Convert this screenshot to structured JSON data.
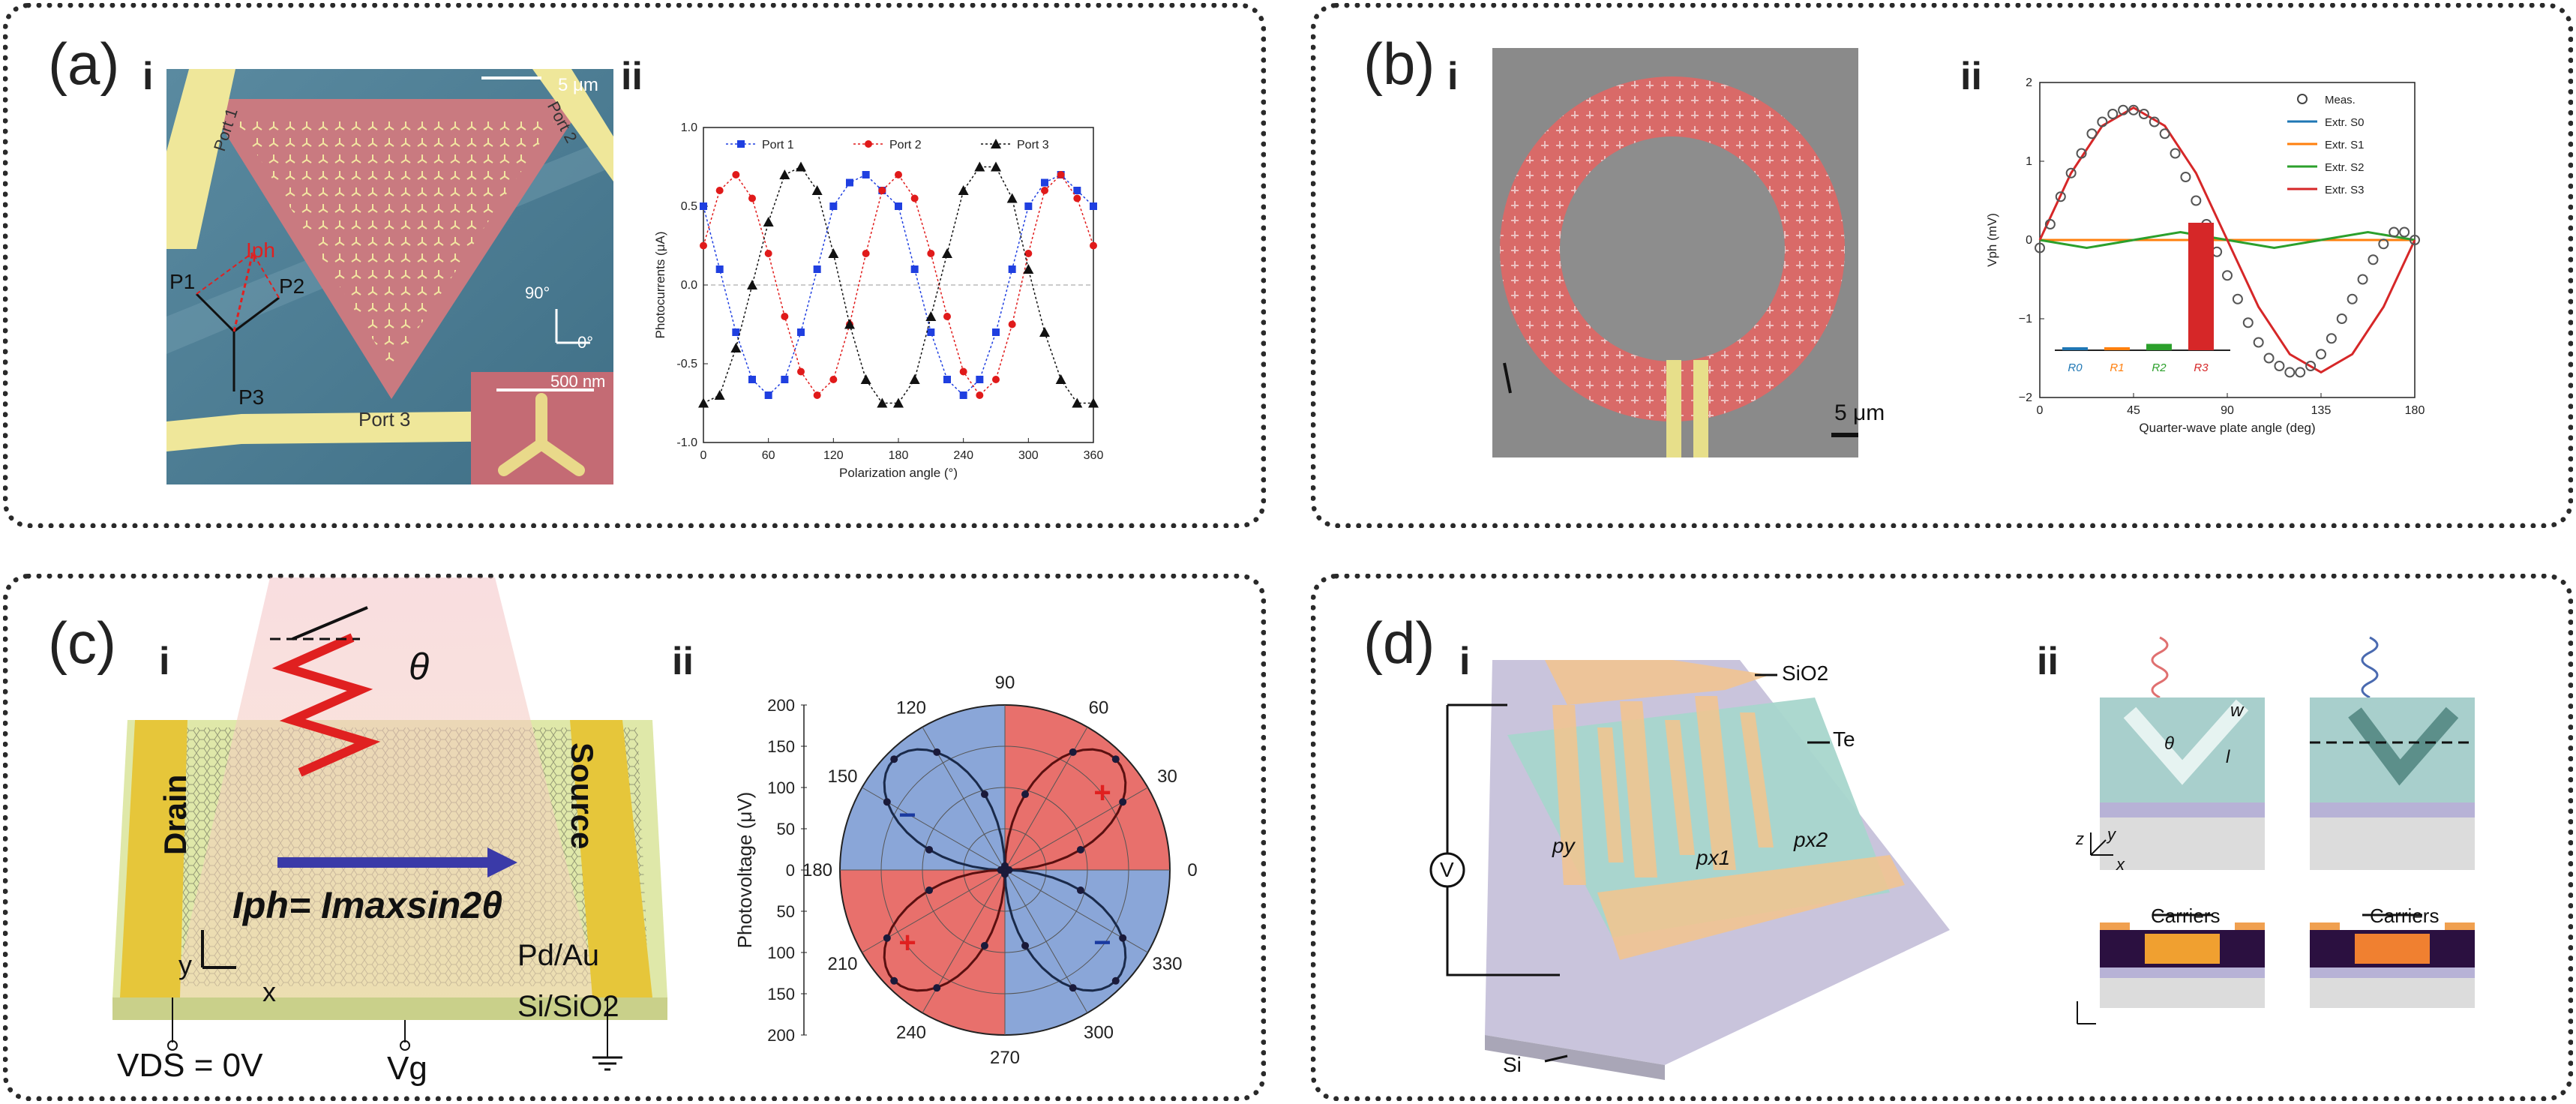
{
  "panels": {
    "a": {
      "label": "(a)",
      "sub_i": "i",
      "sub_ii": "ii",
      "micrograph": {
        "scale_main": "5 μm",
        "scale_inset": "500 nm",
        "ports": [
          "Port 1",
          "Port 2",
          "Port 3"
        ],
        "vectors": [
          "P1",
          "P2",
          "P3"
        ],
        "iph": "Iph",
        "axis_90": "90°",
        "axis_0": "0°"
      },
      "chart": {
        "ylabel": "Photocurrents (μA)",
        "xlabel": "Polarization angle (°)",
        "legend": [
          "Port 1",
          "Port 2",
          "Port 3"
        ]
      }
    },
    "b": {
      "label": "(b)",
      "sub_i": "i",
      "sub_ii": "ii",
      "micrograph": {
        "scale": "5 μm"
      },
      "chart": {
        "ylabel": "Vph (mV)",
        "xlabel": "Quarter-wave plate angle (deg)",
        "legend": [
          "Meas.",
          "Extr. S0",
          "Extr. S1",
          "Extr. S2",
          "Extr. S3"
        ],
        "bar_labels": [
          "R0",
          "R1",
          "R2",
          "R3"
        ]
      }
    },
    "c": {
      "label": "(c)",
      "sub_i": "i",
      "sub_ii": "ii",
      "device": {
        "theta": "θ",
        "drain": "Drain",
        "source": "Source",
        "equation": "Iph= Imaxsin2θ",
        "contact": "Pd/Au",
        "substrate": "Si/SiO2",
        "vds": "VDS = 0V",
        "vg": "Vg",
        "axis_y": "y",
        "axis_x": "x"
      },
      "chart": {
        "ylabel": "Photovoltage (μV)",
        "angles": [
          "0",
          "30",
          "60",
          "90",
          "120",
          "150",
          "180",
          "210",
          "240",
          "270",
          "300",
          "330"
        ],
        "radial_ticks": [
          "200",
          "150",
          "100",
          "50",
          "0",
          "50",
          "100",
          "150",
          "200"
        ],
        "plus": "+",
        "minus": "−"
      }
    },
    "d": {
      "label": "(d)",
      "sub_i": "i",
      "sub_ii": "ii",
      "device": {
        "sio2": "SiO2",
        "te": "Te",
        "si": "Si",
        "v": "V",
        "py": "py",
        "px1": "px1",
        "px2": "px2"
      },
      "schematic": {
        "carriers": [
          "Carriers",
          "Carriers"
        ],
        "theta": "θ",
        "w": "w",
        "l": "l",
        "axis_z": "z",
        "axis_x": "x",
        "axis_y": "y"
      }
    }
  },
  "chart_data": [
    {
      "type": "line",
      "panel": "a-ii",
      "xlabel": "Polarization angle (°)",
      "ylabel": "Photocurrents (μA)",
      "xlim": [
        0,
        360
      ],
      "ylim": [
        -1.0,
        1.0
      ],
      "xticks": [
        0,
        60,
        120,
        180,
        240,
        300,
        360
      ],
      "yticks": [
        -1.0,
        -0.5,
        0.0,
        0.5,
        1.0
      ],
      "legend_position": "top",
      "series": [
        {
          "name": "Port 1",
          "color": "#1f3fe0",
          "marker": "square",
          "x": [
            0,
            15,
            30,
            45,
            60,
            75,
            90,
            105,
            120,
            135,
            150,
            165,
            180,
            195,
            210,
            225,
            240,
            255,
            270,
            285,
            300,
            315,
            330,
            345,
            360
          ],
          "y": [
            0.5,
            0.1,
            -0.3,
            -0.6,
            -0.7,
            -0.6,
            -0.3,
            0.1,
            0.5,
            0.65,
            0.7,
            0.6,
            0.5,
            0.1,
            -0.3,
            -0.6,
            -0.7,
            -0.6,
            -0.3,
            0.1,
            0.5,
            0.65,
            0.7,
            0.6,
            0.5
          ]
        },
        {
          "name": "Port 2",
          "color": "#e01a1a",
          "marker": "circle",
          "x": [
            0,
            15,
            30,
            45,
            60,
            75,
            90,
            105,
            120,
            135,
            150,
            165,
            180,
            195,
            210,
            225,
            240,
            255,
            270,
            285,
            300,
            315,
            330,
            345,
            360
          ],
          "y": [
            0.25,
            0.6,
            0.7,
            0.55,
            0.2,
            -0.2,
            -0.55,
            -0.7,
            -0.6,
            -0.25,
            0.2,
            0.6,
            0.7,
            0.55,
            0.2,
            -0.2,
            -0.55,
            -0.7,
            -0.6,
            -0.25,
            0.2,
            0.6,
            0.7,
            0.55,
            0.25
          ]
        },
        {
          "name": "Port 3",
          "color": "#111111",
          "marker": "triangle",
          "x": [
            0,
            15,
            30,
            45,
            60,
            75,
            90,
            105,
            120,
            135,
            150,
            165,
            180,
            195,
            210,
            225,
            240,
            255,
            270,
            285,
            300,
            315,
            330,
            345,
            360
          ],
          "y": [
            -0.75,
            -0.7,
            -0.4,
            0.0,
            0.4,
            0.7,
            0.75,
            0.6,
            0.2,
            -0.25,
            -0.6,
            -0.75,
            -0.75,
            -0.6,
            -0.2,
            0.2,
            0.6,
            0.75,
            0.75,
            0.55,
            0.1,
            -0.3,
            -0.6,
            -0.75,
            -0.75
          ]
        }
      ]
    },
    {
      "type": "line",
      "panel": "b-ii",
      "xlabel": "Quarter-wave plate angle (deg)",
      "ylabel": "Vph (mV)",
      "xlim": [
        0,
        180
      ],
      "ylim": [
        -2,
        2
      ],
      "xticks": [
        0,
        45,
        90,
        135,
        180
      ],
      "yticks": [
        -2,
        -1,
        0,
        1,
        2
      ],
      "legend_position": "top-right",
      "series": [
        {
          "name": "Meas.",
          "color": "#333333",
          "marker": "open-circle",
          "x": [
            0,
            5,
            10,
            15,
            20,
            25,
            30,
            35,
            40,
            45,
            50,
            55,
            60,
            65,
            70,
            75,
            80,
            85,
            90,
            95,
            100,
            105,
            110,
            115,
            120,
            125,
            130,
            135,
            140,
            145,
            150,
            155,
            160,
            165,
            170,
            175,
            180
          ],
          "y": [
            -0.1,
            0.2,
            0.55,
            0.85,
            1.1,
            1.35,
            1.5,
            1.6,
            1.65,
            1.65,
            1.6,
            1.5,
            1.35,
            1.1,
            0.8,
            0.5,
            0.2,
            -0.15,
            -0.45,
            -0.75,
            -1.05,
            -1.3,
            -1.5,
            -1.6,
            -1.68,
            -1.68,
            -1.6,
            -1.45,
            -1.25,
            -1.0,
            -0.75,
            -0.5,
            -0.25,
            -0.05,
            0.1,
            0.1,
            0.0
          ]
        },
        {
          "name": "Extr. S0",
          "color": "#1f77b4",
          "x": [
            0,
            180
          ],
          "y": [
            0.0,
            0.0
          ]
        },
        {
          "name": "Extr. S1",
          "color": "#ff7f0e",
          "x": [
            0,
            180
          ],
          "y": [
            0.0,
            0.0
          ]
        },
        {
          "name": "Extr. S2",
          "color": "#2ca02c",
          "x": [
            0,
            22.5,
            45,
            67.5,
            90,
            112.5,
            135,
            157.5,
            180
          ],
          "y": [
            0.0,
            -0.1,
            0.0,
            0.1,
            0.0,
            -0.1,
            0.0,
            0.1,
            0.0
          ]
        },
        {
          "name": "Extr. S3",
          "color": "#d62728",
          "x": [
            0,
            15,
            30,
            45,
            60,
            75,
            90,
            105,
            120,
            135,
            150,
            165,
            180
          ],
          "y": [
            0.0,
            0.85,
            1.45,
            1.68,
            1.45,
            0.85,
            0.0,
            -0.85,
            -1.45,
            -1.68,
            -1.45,
            -0.85,
            0.0
          ]
        }
      ],
      "inset_bars": {
        "categories": [
          "R0",
          "R1",
          "R2",
          "R3"
        ],
        "values": [
          0.0,
          0.0,
          0.05,
          1.0
        ],
        "colors": [
          "#1f77b4",
          "#ff7f0e",
          "#2ca02c",
          "#d62728"
        ]
      }
    },
    {
      "type": "scatter",
      "panel": "c-ii",
      "polar": true,
      "ylabel": "Photovoltage (μV)",
      "radial_range": [
        0,
        200
      ],
      "angle_ticks": [
        0,
        30,
        60,
        90,
        120,
        150,
        180,
        210,
        240,
        270,
        300,
        330
      ],
      "quadrants": [
        {
          "range": [
            0,
            90
          ],
          "sign": "+",
          "color": "#e8706c"
        },
        {
          "range": [
            90,
            180
          ],
          "sign": "−",
          "color": "#8aa6d8"
        },
        {
          "range": [
            180,
            270
          ],
          "sign": "+",
          "color": "#e8706c"
        },
        {
          "range": [
            270,
            360
          ],
          "sign": "−",
          "color": "#8aa6d8"
        }
      ],
      "series": [
        {
          "name": "",
          "color": "#1a1a3a",
          "theta": [
            0,
            15,
            30,
            45,
            60,
            75,
            90,
            105,
            120,
            135,
            150,
            165,
            180,
            195,
            210,
            225,
            240,
            255,
            270,
            285,
            300,
            315,
            330,
            345
          ],
          "r": [
            5,
            95,
            165,
            190,
            165,
            95,
            5,
            95,
            165,
            190,
            165,
            95,
            5,
            95,
            165,
            190,
            165,
            95,
            5,
            95,
            165,
            190,
            165,
            95
          ]
        }
      ]
    }
  ]
}
